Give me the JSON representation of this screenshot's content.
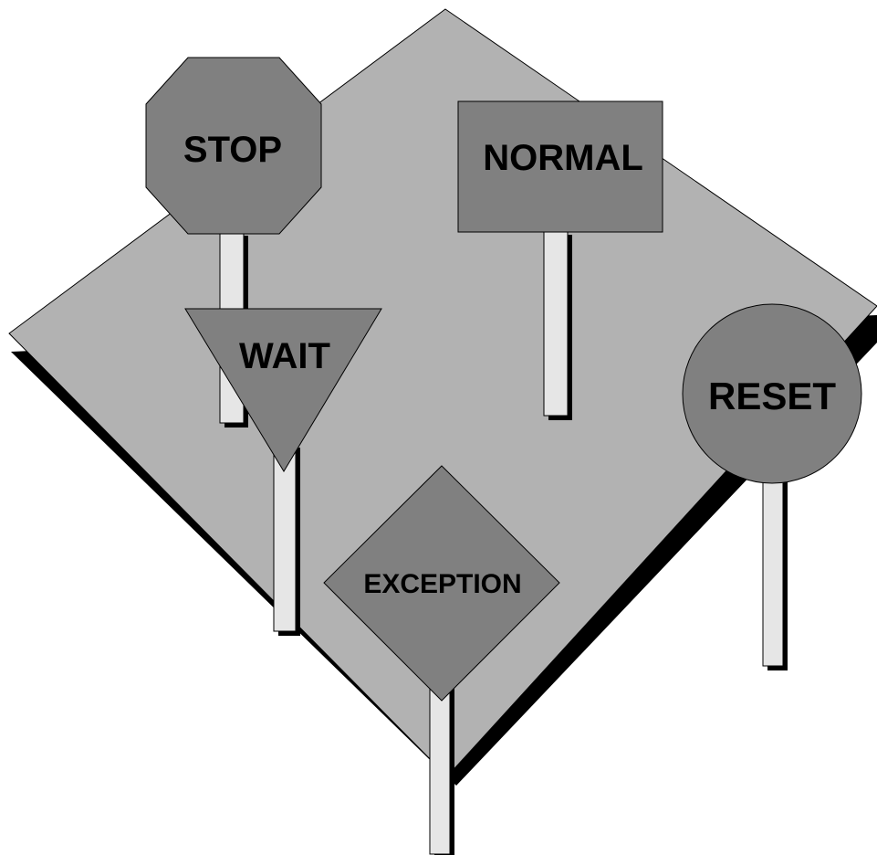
{
  "colors": {
    "ground": "#b2b2b2",
    "ground_shadow": "#000000",
    "sign_fill": "#808080",
    "post_fill": "#e6e6e6",
    "outline": "#000000",
    "label": "#000000"
  },
  "signs": {
    "stop": {
      "shape": "octagon",
      "icon": "octagon-sign-icon",
      "label": "STOP"
    },
    "normal": {
      "shape": "rectangle",
      "icon": "rectangle-sign-icon",
      "label": "NORMAL"
    },
    "wait": {
      "shape": "inverted-triangle",
      "icon": "yield-sign-icon",
      "label": "WAIT"
    },
    "reset": {
      "shape": "circle",
      "icon": "circle-sign-icon",
      "label": "RESET"
    },
    "exception": {
      "shape": "diamond",
      "icon": "diamond-sign-icon",
      "label": "EXCEPTION"
    }
  }
}
